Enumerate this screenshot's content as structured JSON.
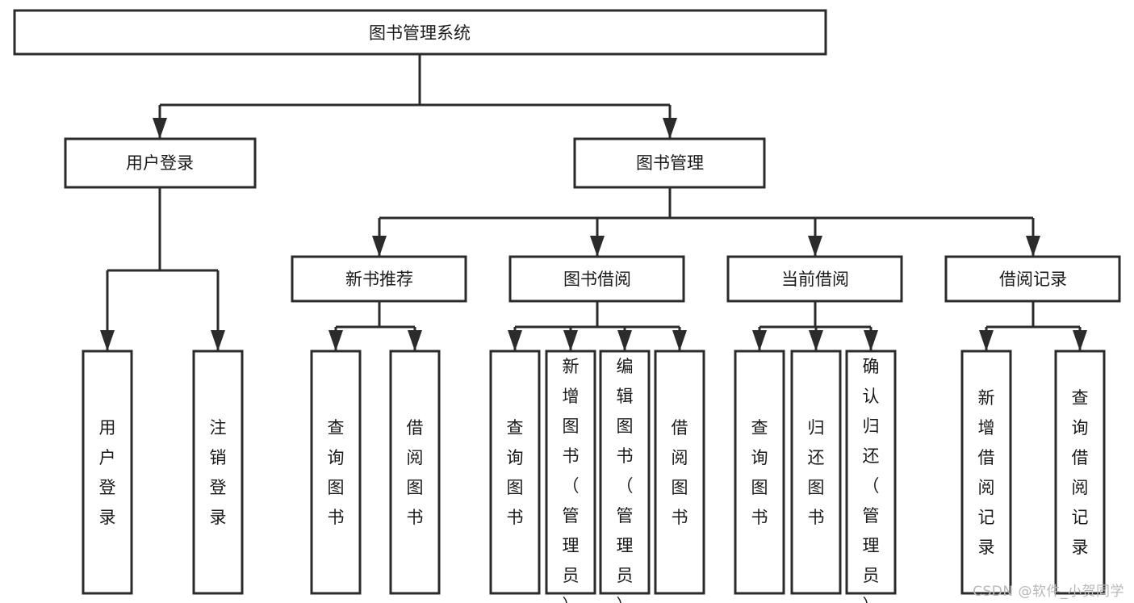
{
  "diagram": {
    "type": "tree-hierarchy-flowchart",
    "title": "图书管理系统",
    "orientation": "top-down",
    "colors": {
      "box_fill": "#ffffff",
      "box_stroke": "#2b2b2b",
      "text": "#1a1a1a",
      "background": "#ffffff",
      "watermark": "#b9b9b9"
    },
    "root": {
      "label": "图书管理系统"
    },
    "level2": [
      {
        "label": "用户登录"
      },
      {
        "label": "图书管理"
      }
    ],
    "level3": [
      {
        "label": "新书推荐"
      },
      {
        "label": "图书借阅"
      },
      {
        "label": "当前借阅"
      },
      {
        "label": "借阅记录"
      }
    ],
    "leaves": {
      "user_login": [
        {
          "label": "用户登录"
        },
        {
          "label": "注销登录"
        }
      ],
      "new_book_recommend": [
        {
          "label": "查询图书"
        },
        {
          "label": "借阅图书"
        }
      ],
      "book_borrow": [
        {
          "label": "查询图书"
        },
        {
          "label": "新增图书（管理员）"
        },
        {
          "label": "编辑图书（管理员）"
        },
        {
          "label": "借阅图书"
        }
      ],
      "current_borrow": [
        {
          "label": "查询图书"
        },
        {
          "label": "归还图书"
        },
        {
          "label": "确认归还（管理员）"
        }
      ],
      "borrow_record": [
        {
          "label": "新增借阅记录"
        },
        {
          "label": "查询借阅记录"
        }
      ]
    }
  },
  "watermark": {
    "text": "CSDN @软件_小贺同学"
  }
}
